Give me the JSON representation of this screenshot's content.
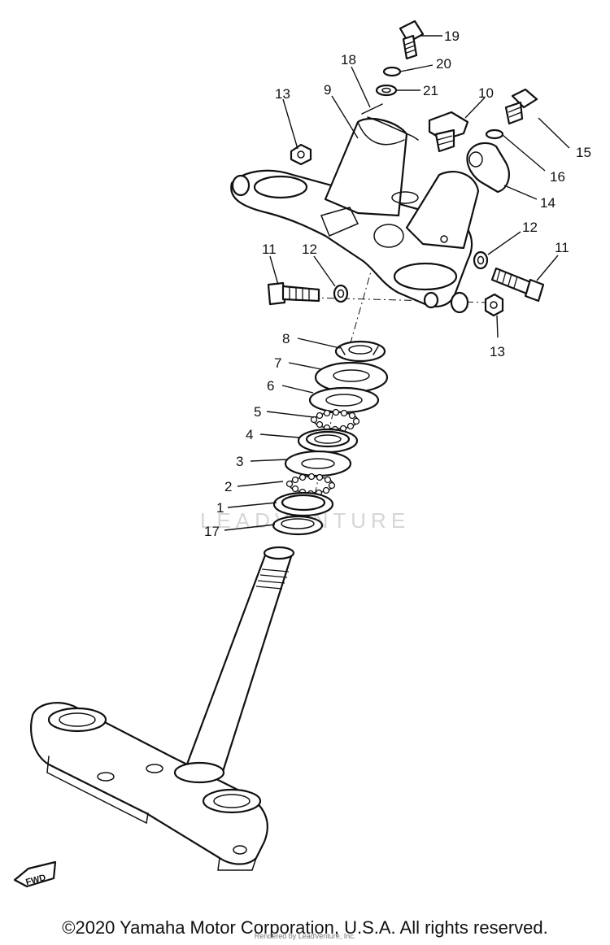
{
  "diagram": {
    "callouts": [
      "19",
      "20",
      "18",
      "21",
      "10",
      "13",
      "9",
      "15",
      "16",
      "14",
      "12",
      "11",
      "11",
      "12",
      "13",
      "8",
      "7",
      "6",
      "5",
      "4",
      "3",
      "2",
      "1",
      "17"
    ],
    "fwd_label": "FWD",
    "watermark": "LEADVENTURE"
  },
  "footer": {
    "copyright": "©2020 Yamaha Motor Corporation, U.S.A. All rights reserved.",
    "rendered_by": "Rendered by LeadVenture, Inc."
  }
}
